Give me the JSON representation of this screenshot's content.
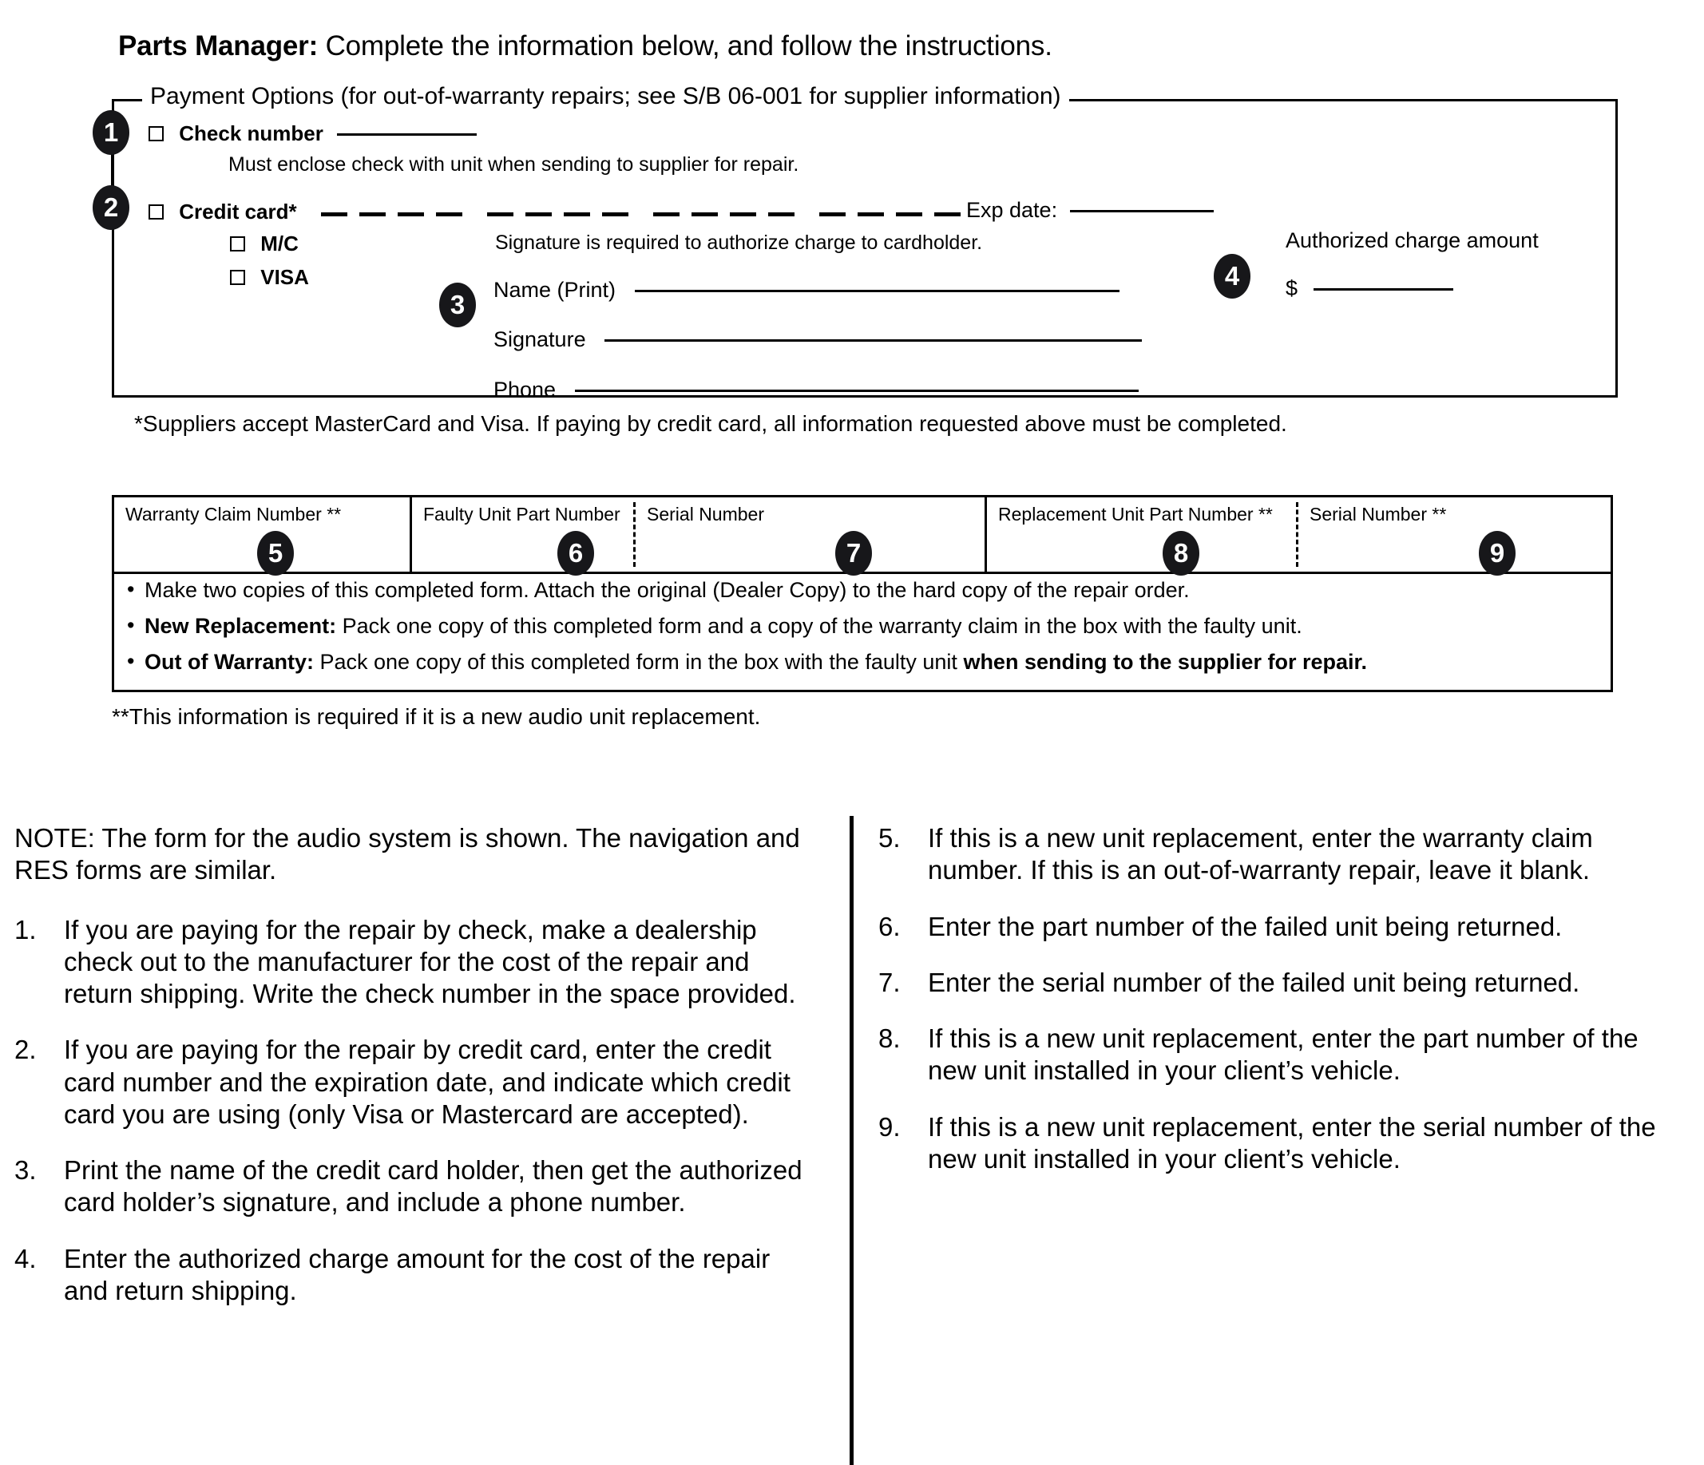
{
  "header": {
    "label_bold": "Parts Manager:",
    "label_rest": " Complete the information below, and follow the instructions."
  },
  "payment_options": {
    "legend": "Payment Options (for out-of-warranty repairs; see S/B 06-001 for supplier information)",
    "markers": {
      "one": "1",
      "two": "2",
      "three": "3",
      "four": "4"
    },
    "check_number_label": "Check number",
    "check_number_note": "Must enclose check with unit when sending to supplier for repair.",
    "credit_card_label": "Credit card*",
    "mc_label": "M/C",
    "visa_label": "VISA",
    "exp_date_label": "Exp date:",
    "signature_note": "Signature is required to authorize charge to cardholder.",
    "authorized_charge_label": "Authorized charge amount",
    "dollar_sign": "$",
    "name_label": "Name (Print)",
    "signature_label": "Signature",
    "phone_label": "Phone"
  },
  "footnote_single_star": "*Suppliers accept MasterCard and Visa. If paying by credit card, all information requested above must be completed.",
  "numbers_table": {
    "columns": [
      {
        "header": "Warranty Claim Number **",
        "marker": "5"
      },
      {
        "header": "Faulty Unit Part Number",
        "marker": "6"
      },
      {
        "header": "Serial Number",
        "marker": "7"
      },
      {
        "header": "Replacement Unit Part Number **",
        "marker": "8"
      },
      {
        "header": "Serial Number **",
        "marker": "9"
      }
    ],
    "bullets": [
      {
        "bold": "",
        "text": "Make two copies of this completed form. Attach the original (Dealer Copy) to the hard copy of the repair order."
      },
      {
        "bold": "New Replacement:",
        "text": "  Pack one copy of this completed form and a copy of the warranty claim in the box with the faulty unit."
      },
      {
        "bold": "Out of Warranty:",
        "text": "  Pack one copy of this completed form in the box with the faulty unit ",
        "bold_tail": "when sending to the supplier for repair."
      }
    ]
  },
  "footnote_double_star": "**This information is required if it is a new audio unit replacement.",
  "instructions": {
    "note": "NOTE: The form for the audio system is shown. The navigation and RES forms are similar.",
    "left_items": [
      {
        "num": "1.",
        "text": "If you are paying for the repair by check, make a dealership check out to the manufacturer for the cost of the repair and return shipping. Write the check number in the space provided."
      },
      {
        "num": "2.",
        "text": "If you are paying for the repair by credit card, enter the credit card number and the expiration date, and indicate which credit card you are using (only Visa or Mastercard are accepted)."
      },
      {
        "num": "3.",
        "text": "Print the name of the credit card holder, then get the authorized card holder’s signature, and include a phone number."
      },
      {
        "num": "4.",
        "text": "Enter the authorized charge amount for the cost of the repair and return shipping."
      }
    ],
    "right_items": [
      {
        "num": "5.",
        "text": "If this is a new unit replacement, enter the warranty claim number. If this is an out-of-warranty repair, leave it blank."
      },
      {
        "num": "6.",
        "text": "Enter the part number of the failed unit being returned."
      },
      {
        "num": "7.",
        "text": "Enter the serial number of the failed unit being returned."
      },
      {
        "num": "8.",
        "text": "If this is a new unit replacement, enter the part number of the new unit installed in your client’s vehicle."
      },
      {
        "num": "9.",
        "text": "If this is a new unit replacement, enter the serial number of the new unit installed in your client’s vehicle."
      }
    ]
  },
  "colors": {
    "ink": "#000000",
    "marker_fill": "#17171a",
    "paper": "#ffffff"
  }
}
